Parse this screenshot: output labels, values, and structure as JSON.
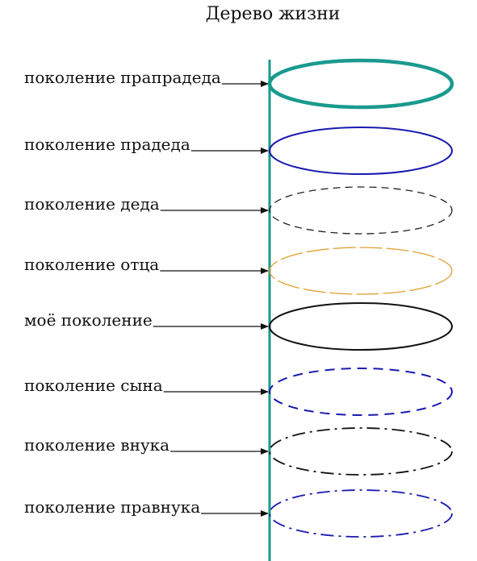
{
  "title": "Дерево жизни",
  "trunk_color": "#1a9a8e",
  "generations": [
    {
      "label": "поколение прапрадеда",
      "color": "#1a9a8e",
      "style": "solid-thick"
    },
    {
      "label": "поколение прадеда",
      "color": "#1a1ab0",
      "style": "solid"
    },
    {
      "label": "поколение деда",
      "color": "#222222",
      "style": "dashed"
    },
    {
      "label": "поколение отца",
      "color": "#e0a030",
      "style": "long-dash"
    },
    {
      "label": "моё поколение",
      "color": "#111111",
      "style": "solid"
    },
    {
      "label": "поколение сына",
      "color": "#1a1ab0",
      "style": "dashed-bold"
    },
    {
      "label": "поколение внука",
      "color": "#111111",
      "style": "dash-dot"
    },
    {
      "label": "поколение правнука",
      "color": "#1a1ab0",
      "style": "dash-dot"
    }
  ]
}
